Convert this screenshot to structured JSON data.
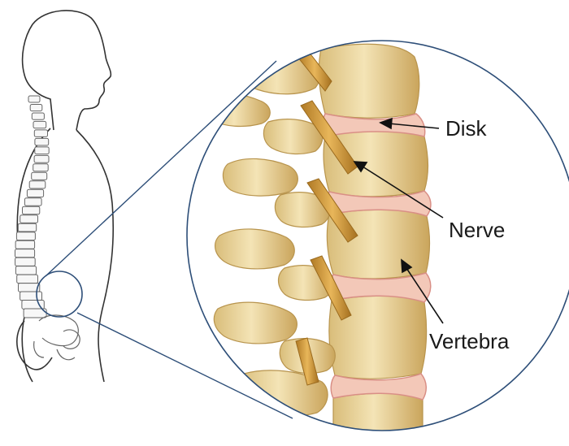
{
  "labels": {
    "disk": "Disk",
    "nerve": "Nerve",
    "vertebra": "Vertebra"
  },
  "colors": {
    "bone": "#ecd9a3",
    "bone_shadow": "#c9a962",
    "disk": "#f3c8b8",
    "disk_edge": "#d98f86",
    "nerve": "#d49a3c",
    "outline": "#555555",
    "zoom_circle": "#2d4e78"
  }
}
